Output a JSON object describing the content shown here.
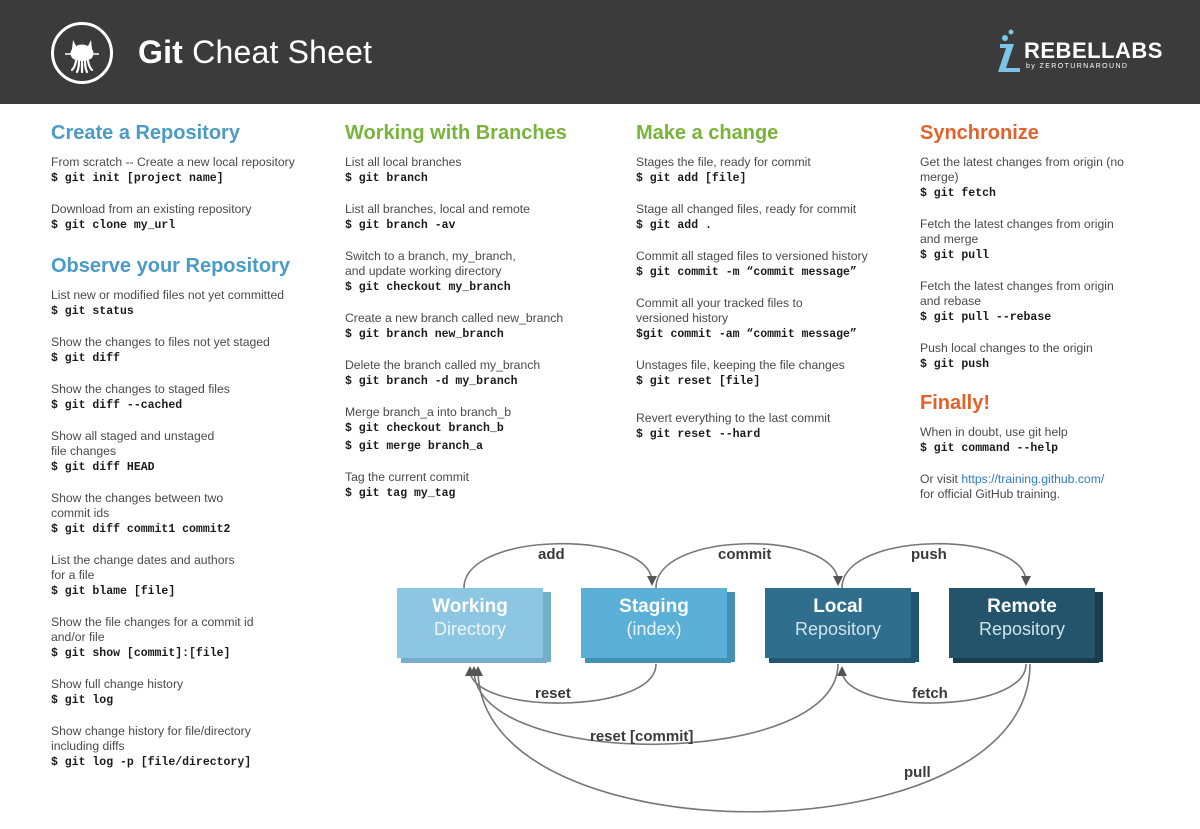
{
  "header": {
    "title_bold": "Git",
    "title_light": "Cheat Sheet",
    "brand_name": "REBELLABS",
    "brand_sub": "by ZEROTURNAROUND",
    "logo_icon": "octocat-icon"
  },
  "colors": {
    "header_bg": "#3b3b3b",
    "section_blue": "#4a9cc7",
    "section_green": "#79b43a",
    "section_orange": "#e3612b",
    "link": "#2c7ec2"
  },
  "create_repo": {
    "title": "Create a Repository",
    "items": [
      {
        "desc": "From scratch -- Create a new local repository",
        "cmd": "$ git init [project name]"
      },
      {
        "desc": "Download from an existing repository",
        "cmd": "$ git clone my_url"
      }
    ]
  },
  "observe_repo": {
    "title": "Observe your Repository",
    "items": [
      {
        "desc": "List new or modified files not yet committed",
        "cmd": "$ git status"
      },
      {
        "desc": "Show the changes to files not yet staged",
        "cmd": "$ git diff"
      },
      {
        "desc": "Show the changes to staged files",
        "cmd": "$ git diff --cached"
      },
      {
        "desc": "Show all staged and unstaged file changes",
        "cmd": "$ git diff HEAD"
      },
      {
        "desc": "Show the changes between two commit ids",
        "cmd": "$ git diff commit1 commit2"
      },
      {
        "desc": "List the change dates and authors for a file",
        "cmd": "$ git blame [file]"
      },
      {
        "desc": "Show the file changes for a commit id and/or file",
        "cmd": "$ git show [commit]:[file]"
      },
      {
        "desc": "Show full change history",
        "cmd": "$ git log"
      },
      {
        "desc": "Show change history for file/directory including diffs",
        "cmd": "$ git log -p [file/directory]"
      }
    ]
  },
  "branches": {
    "title": "Working with Branches",
    "items": [
      {
        "desc": "List all local branches",
        "cmd": "$ git branch"
      },
      {
        "desc": "List all branches, local and remote",
        "cmd": "$ git branch -av"
      },
      {
        "desc": "Switch to a branch, my_branch, and update working directory",
        "cmd": "$ git checkout my_branch"
      },
      {
        "desc": "Create a new branch called new_branch",
        "cmd": "$ git branch new_branch"
      },
      {
        "desc": "Delete the branch called my_branch",
        "cmd": "$ git branch -d my_branch"
      },
      {
        "desc": "Merge branch_a into branch_b",
        "cmd": "$ git checkout branch_b",
        "cmd2": "$ git merge branch_a"
      },
      {
        "desc": "Tag the current commit",
        "cmd": "$ git tag my_tag"
      }
    ]
  },
  "make_change": {
    "title": "Make a change",
    "items": [
      {
        "desc": "Stages the file, ready for commit",
        "cmd": "$ git add [file]"
      },
      {
        "desc": "Stage all changed files, ready for commit",
        "cmd": "$ git add ."
      },
      {
        "desc": "Commit all staged files to versioned history",
        "cmd": "$ git commit -m “commit message”"
      },
      {
        "desc": "Commit all your tracked files to versioned history",
        "cmd": "$git commit -am “commit message”"
      },
      {
        "desc": "Unstages file, keeping the file changes",
        "cmd": "$ git reset [file]"
      },
      {
        "desc": "Revert everything to the last commit",
        "cmd": "$ git reset --hard"
      }
    ]
  },
  "synchronize": {
    "title": "Synchronize",
    "items": [
      {
        "desc": "Get the latest changes from origin (no merge)",
        "cmd": "$ git fetch"
      },
      {
        "desc": "Fetch the latest changes from origin and merge",
        "cmd": "$ git pull"
      },
      {
        "desc": "Fetch the latest changes from origin and rebase",
        "cmd": "$ git pull --rebase"
      },
      {
        "desc": "Push local changes to the origin",
        "cmd": "$ git push"
      }
    ]
  },
  "finally": {
    "title": "Finally!",
    "desc": "When in doubt, use git help",
    "cmd": "$ git command --help",
    "visit_prefix": "Or visit ",
    "visit_link": "https://training.github.com/",
    "visit_suffix": "for official GitHub training."
  },
  "diagram": {
    "boxes": [
      {
        "top": "Working",
        "bottom": "Directory",
        "color": "#8cc6e2"
      },
      {
        "top": "Staging",
        "bottom": "(index)",
        "color": "#5ab0d6"
      },
      {
        "top": "Local",
        "bottom": "Repository",
        "color": "#2f6e8c"
      },
      {
        "top": "Remote",
        "bottom": "Repository",
        "color": "#23546b"
      }
    ],
    "ops": {
      "add": "add",
      "commit": "commit",
      "push": "push",
      "reset": "reset",
      "fetch": "fetch",
      "reset_commit": "reset [commit]",
      "pull": "pull"
    }
  }
}
